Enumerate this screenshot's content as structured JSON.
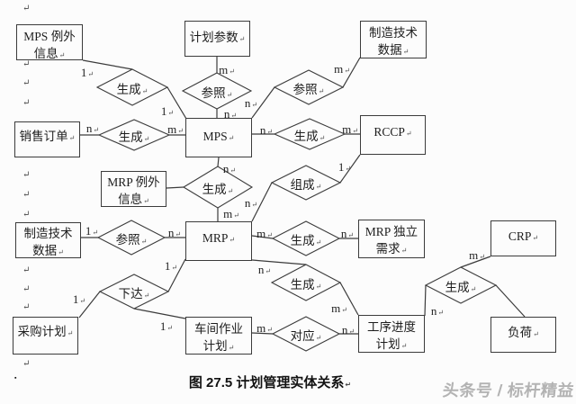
{
  "figure": {
    "caption": "图 27.5 计划管理实体关系",
    "watermark": "头条号 / 标杆精益"
  },
  "marks": {
    "eol": "↵",
    "bullet": "▪"
  },
  "entities": [
    {
      "id": "mps-exception-info",
      "label": "MPS 例外\n信息"
    },
    {
      "id": "plan-parameters",
      "label": "计划参数"
    },
    {
      "id": "mfg-tech-data-top",
      "label": "制造技术\n数据"
    },
    {
      "id": "sales-order",
      "label": "销售订单"
    },
    {
      "id": "mps",
      "label": "MPS"
    },
    {
      "id": "rccp",
      "label": "RCCP"
    },
    {
      "id": "mrp-exception-info",
      "label": "MRP 例外\n信息"
    },
    {
      "id": "mfg-tech-data-left",
      "label": "制造技术\n数据"
    },
    {
      "id": "mrp",
      "label": "MRP"
    },
    {
      "id": "mrp-independent-demand",
      "label": "MRP 独立\n需求"
    },
    {
      "id": "crp",
      "label": "CRP"
    },
    {
      "id": "purchase-plan",
      "label": "采购计划"
    },
    {
      "id": "shop-floor-plan",
      "label": "车间作业\n计划"
    },
    {
      "id": "process-schedule-plan",
      "label": "工序进度\n计划"
    },
    {
      "id": "load",
      "label": "负荷"
    }
  ],
  "relations": [
    {
      "id": "generate-mps-exception",
      "label": "生成"
    },
    {
      "id": "reference-plan-params",
      "label": "参照"
    },
    {
      "id": "reference-mfg-tech",
      "label": "参照"
    },
    {
      "id": "generate-from-sales",
      "label": "生成"
    },
    {
      "id": "generate-rccp",
      "label": "生成"
    },
    {
      "id": "generate-mrp",
      "label": "生成"
    },
    {
      "id": "compose-rccp",
      "label": "组成"
    },
    {
      "id": "reference-mfg-tech-mrp",
      "label": "参照"
    },
    {
      "id": "generate-indep-demand",
      "label": "生成"
    },
    {
      "id": "generate-process-plan",
      "label": "生成"
    },
    {
      "id": "issue-plans",
      "label": "下达"
    },
    {
      "id": "correspond",
      "label": "对应"
    },
    {
      "id": "generate-crp-load",
      "label": "生成"
    }
  ],
  "cardinalities": [
    {
      "text": "1"
    },
    {
      "text": "1"
    },
    {
      "text": "m"
    },
    {
      "text": "n"
    },
    {
      "text": "m"
    },
    {
      "text": "n"
    },
    {
      "text": "n"
    },
    {
      "text": "m"
    },
    {
      "text": "n"
    },
    {
      "text": "m"
    },
    {
      "text": "n"
    },
    {
      "text": "m"
    },
    {
      "text": "1"
    },
    {
      "text": "n"
    },
    {
      "text": "1"
    },
    {
      "text": "n"
    },
    {
      "text": "m"
    },
    {
      "text": "n"
    },
    {
      "text": "n"
    },
    {
      "text": "m"
    },
    {
      "text": "1"
    },
    {
      "text": "1"
    },
    {
      "text": "1"
    },
    {
      "text": "m"
    },
    {
      "text": "n"
    },
    {
      "text": "m"
    },
    {
      "text": "n"
    }
  ]
}
